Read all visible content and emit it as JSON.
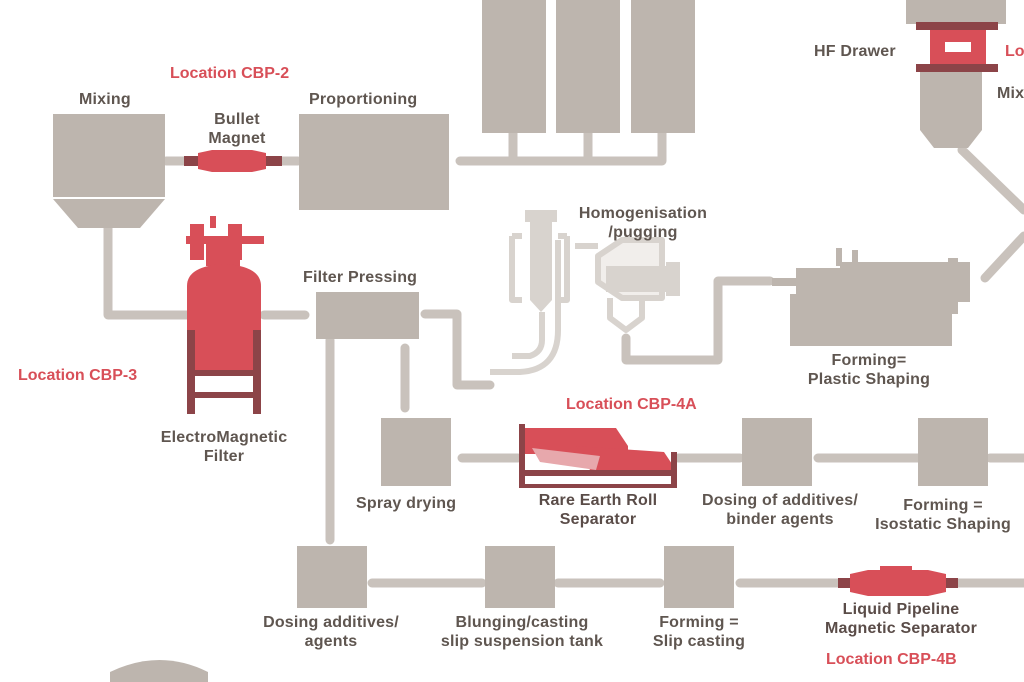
{
  "labels": {
    "hf_drawer": "HF Drawer",
    "mixing_top_right": "Mix",
    "mixing": "Mixing",
    "bullet_magnet": [
      "Bullet",
      "Magnet"
    ],
    "proportioning": "Proportioning",
    "homogenisation": [
      "Homogenisation",
      "/pugging"
    ],
    "filter_pressing": "Filter Pressing",
    "forming_plastic": [
      "Forming=",
      "Plastic Shaping"
    ],
    "electromagnetic_filter": [
      "ElectroMagnetic",
      "Filter"
    ],
    "spray_drying": "Spray drying",
    "rare_earth_roll_separator": [
      "Rare Earth Roll",
      "Separator"
    ],
    "dosing_additives_binder": [
      "Dosing of additives/",
      "binder agents"
    ],
    "forming_isostatic": [
      "Forming =",
      "Isostatic Shaping"
    ],
    "dosing_additives_agents": [
      "Dosing additives/",
      "agents"
    ],
    "blunging_casting": [
      "Blunging/casting",
      "slip suspension tank"
    ],
    "forming_slip_casting": [
      "Forming =",
      "Slip casting"
    ],
    "liquid_pipeline_separator": [
      "Liquid Pipeline",
      "Magnetic Separator"
    ]
  },
  "locations": {
    "cbp2": "Location CBP-2",
    "cbp3": "Location CBP-3",
    "cbp4a": "Location CBP-4A",
    "cbp4b": "Location CBP-4B",
    "top_right_partial": "Lo"
  },
  "colors": {
    "machine_grey": "#bdb5ae",
    "pipe_grey": "#c9c2bc",
    "outline_grey": "#d8d3ce",
    "magnet_red": "#d84f58",
    "magnet_dark": "#8c4448",
    "text_grey": "#5f5650",
    "location_red": "#d84f58"
  }
}
